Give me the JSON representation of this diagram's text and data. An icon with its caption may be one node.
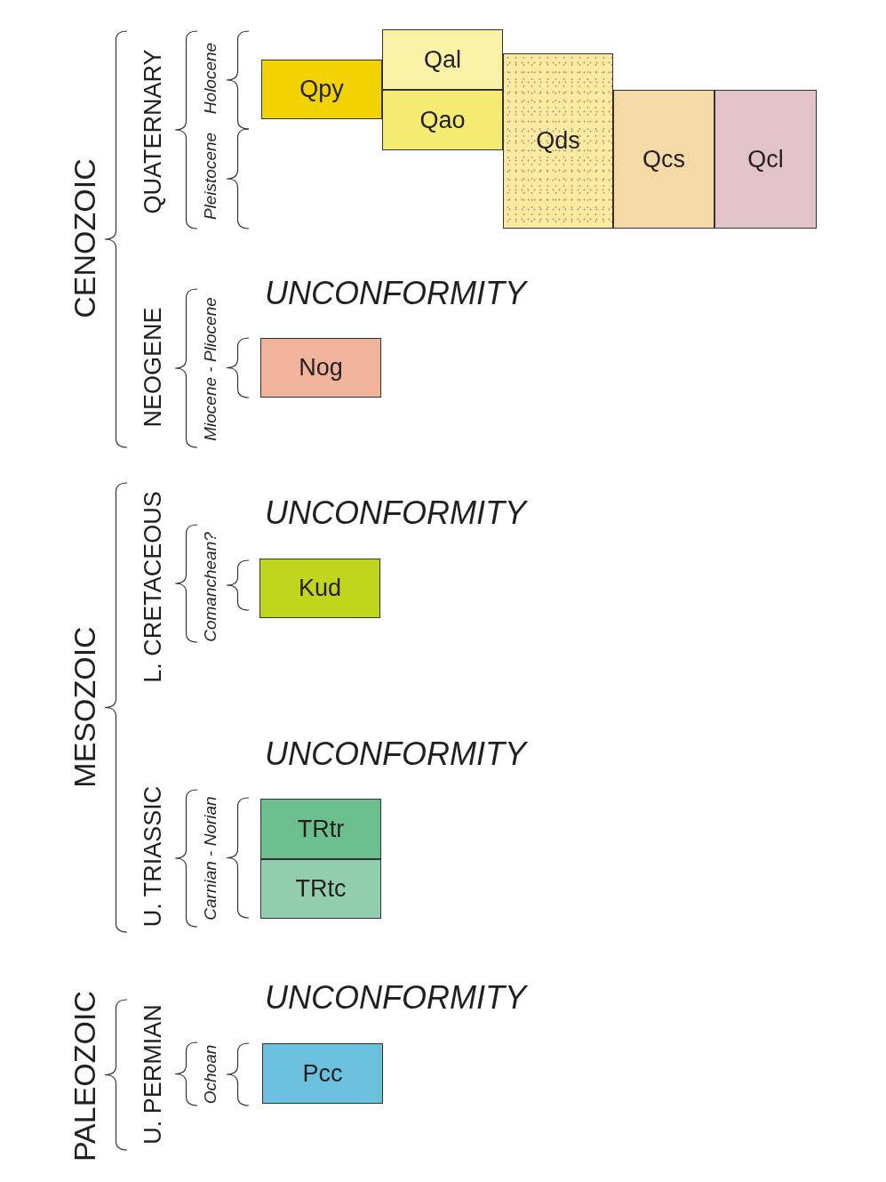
{
  "diagram": {
    "nodes": [
      {
        "text": [
          "Qpy"
        ]
      },
      {
        "text": [
          "Qal"
        ]
      },
      {
        "text": [
          "Qao"
        ]
      },
      {
        "text": [
          "Qds"
        ]
      },
      {
        "text": [
          "Qcs"
        ]
      },
      {
        "text": [
          "Qcl"
        ]
      },
      {
        "text": [
          "Nog"
        ]
      },
      {
        "text": [
          "Kud"
        ]
      },
      {
        "text": [
          "TRtr"
        ]
      },
      {
        "text": [
          "TRtc"
        ]
      },
      {
        "text": [
          "Pcc"
        ]
      }
    ],
    "labels": [
      "CENOZOIC",
      "QUATERNARY",
      "Pleistocene",
      "Holocene",
      "NEOGENE",
      "Miocene - Pliocene",
      "UNCONFORMITY",
      "MESOZOIC",
      "L. CRETACEOUS",
      "Comanchean?",
      "UNCONFORMITY",
      "U. TRIASSIC",
      "Carnian - Norian",
      "UNCONFORMITY",
      "PALEOZOIC",
      "U. PERMIAN",
      "Ochoan",
      "UNCONFORMITY"
    ]
  }
}
